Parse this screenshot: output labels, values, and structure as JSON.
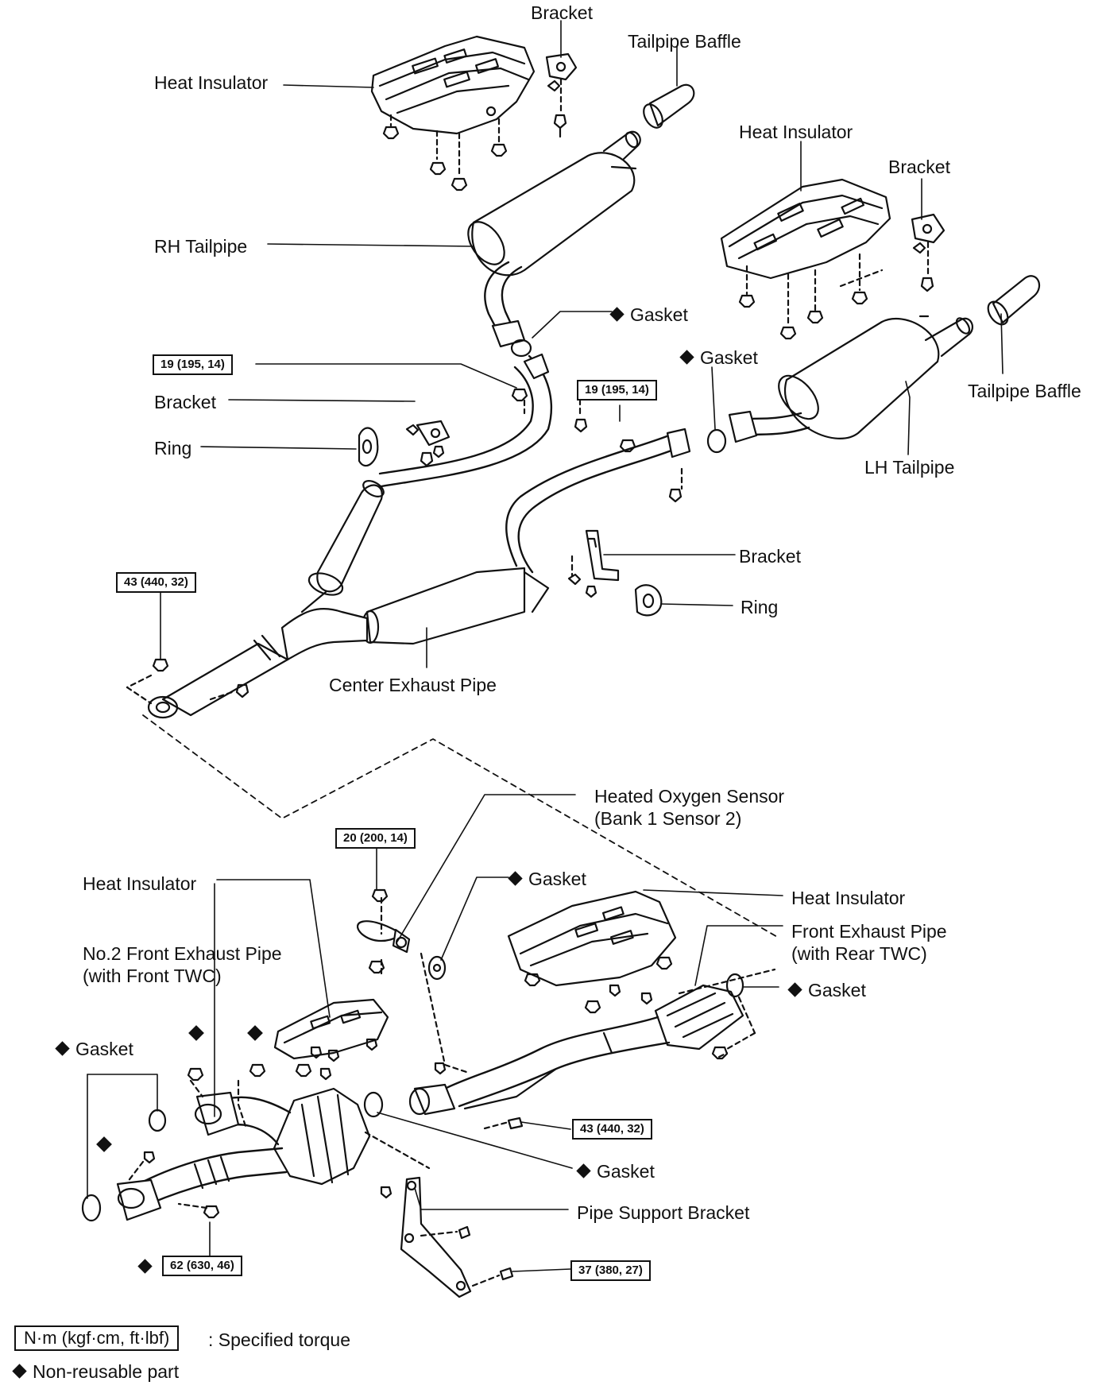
{
  "labels": {
    "bracket_top": "Bracket",
    "tailpipe_baffle_top": "Tailpipe Baffle",
    "heat_insulator_1": "Heat Insulator",
    "heat_insulator_2": "Heat Insulator",
    "bracket_right": "Bracket",
    "rh_tailpipe": "RH Tailpipe",
    "gasket_1": "Gasket",
    "gasket_2": "Gasket",
    "tailpipe_baffle_right": "Tailpipe Baffle",
    "bracket_left": "Bracket",
    "ring_left": "Ring",
    "lh_tailpipe": "LH Tailpipe",
    "bracket_center": "Bracket",
    "ring_center": "Ring",
    "center_exhaust_pipe": "Center Exhaust Pipe",
    "heated_oxygen_sensor": "Heated Oxygen Sensor\n(Bank 1 Sensor 2)",
    "heat_insulator_3": "Heat Insulator",
    "gasket_3": "Gasket",
    "heat_insulator_4": "Heat Insulator",
    "no2_front_exhaust_pipe": "No.2 Front Exhaust Pipe\n(with Front TWC)",
    "front_exhaust_pipe": "Front Exhaust Pipe\n(with Rear TWC)",
    "gasket_4": "Gasket",
    "gasket_5": "Gasket",
    "gasket_6": "Gasket",
    "pipe_support_bracket": "Pipe Support Bracket"
  },
  "torques": {
    "t1": "19 (195, 14)",
    "t2": "19 (195, 14)",
    "t3": "43 (440, 32)",
    "t4": "20 (200, 14)",
    "t5": "43 (440, 32)",
    "t6": "62 (630, 46)",
    "t7": "37 (380, 27)"
  },
  "legend": {
    "torque_unit": "N·m (kgf·cm, ft·lbf)",
    "torque_text": ": Specified torque",
    "nonreusable_text": "Non-reusable part"
  },
  "colors": {
    "line": "#111111",
    "background": "#ffffff"
  }
}
